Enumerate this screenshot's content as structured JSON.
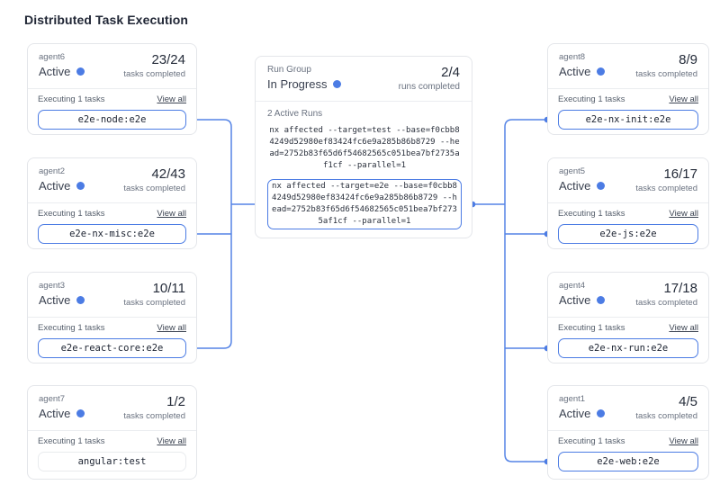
{
  "title": "Distributed Task Execution",
  "colors": {
    "accent": "#4c7ce4",
    "card_border": "#e4e6ea",
    "text_dark": "#252c3a",
    "text_muted": "#6a7280"
  },
  "labels": {
    "tasks_completed": "tasks completed",
    "executing": "Executing 1 tasks",
    "view_all": "View all"
  },
  "run_group": {
    "label": "Run Group",
    "status": "In Progress",
    "count": "2/4",
    "count_caption": "runs completed",
    "active_runs_label": "2 Active Runs",
    "commands": [
      "nx affected --target=test --base=f0cbb84249d52980ef83424fc6e9a285b86b8729 --head=2752b83f65d6f54682565c051bea7bf2735af1cf --parallel=1",
      "nx affected --target=e2e --base=f0cbb84249d52980ef83424fc6e9a285b86b8729 --head=2752b83f65d6f54682565c051bea7bf2735af1cf --parallel=1"
    ]
  },
  "agents": {
    "left": [
      {
        "name": "agent6",
        "status": "Active",
        "count": "23/24",
        "task": "e2e-node:e2e"
      },
      {
        "name": "agent2",
        "status": "Active",
        "count": "42/43",
        "task": "e2e-nx-misc:e2e"
      },
      {
        "name": "agent3",
        "status": "Active",
        "count": "10/11",
        "task": "e2e-react-core:e2e"
      },
      {
        "name": "agent7",
        "status": "Active",
        "count": "1/2",
        "task": "angular:test"
      }
    ],
    "right": [
      {
        "name": "agent8",
        "status": "Active",
        "count": "8/9",
        "task": "e2e-nx-init:e2e"
      },
      {
        "name": "agent5",
        "status": "Active",
        "count": "16/17",
        "task": "e2e-js:e2e"
      },
      {
        "name": "agent4",
        "status": "Active",
        "count": "17/18",
        "task": "e2e-nx-run:e2e"
      },
      {
        "name": "agent1",
        "status": "Active",
        "count": "4/5",
        "task": "e2e-web:e2e"
      }
    ]
  }
}
